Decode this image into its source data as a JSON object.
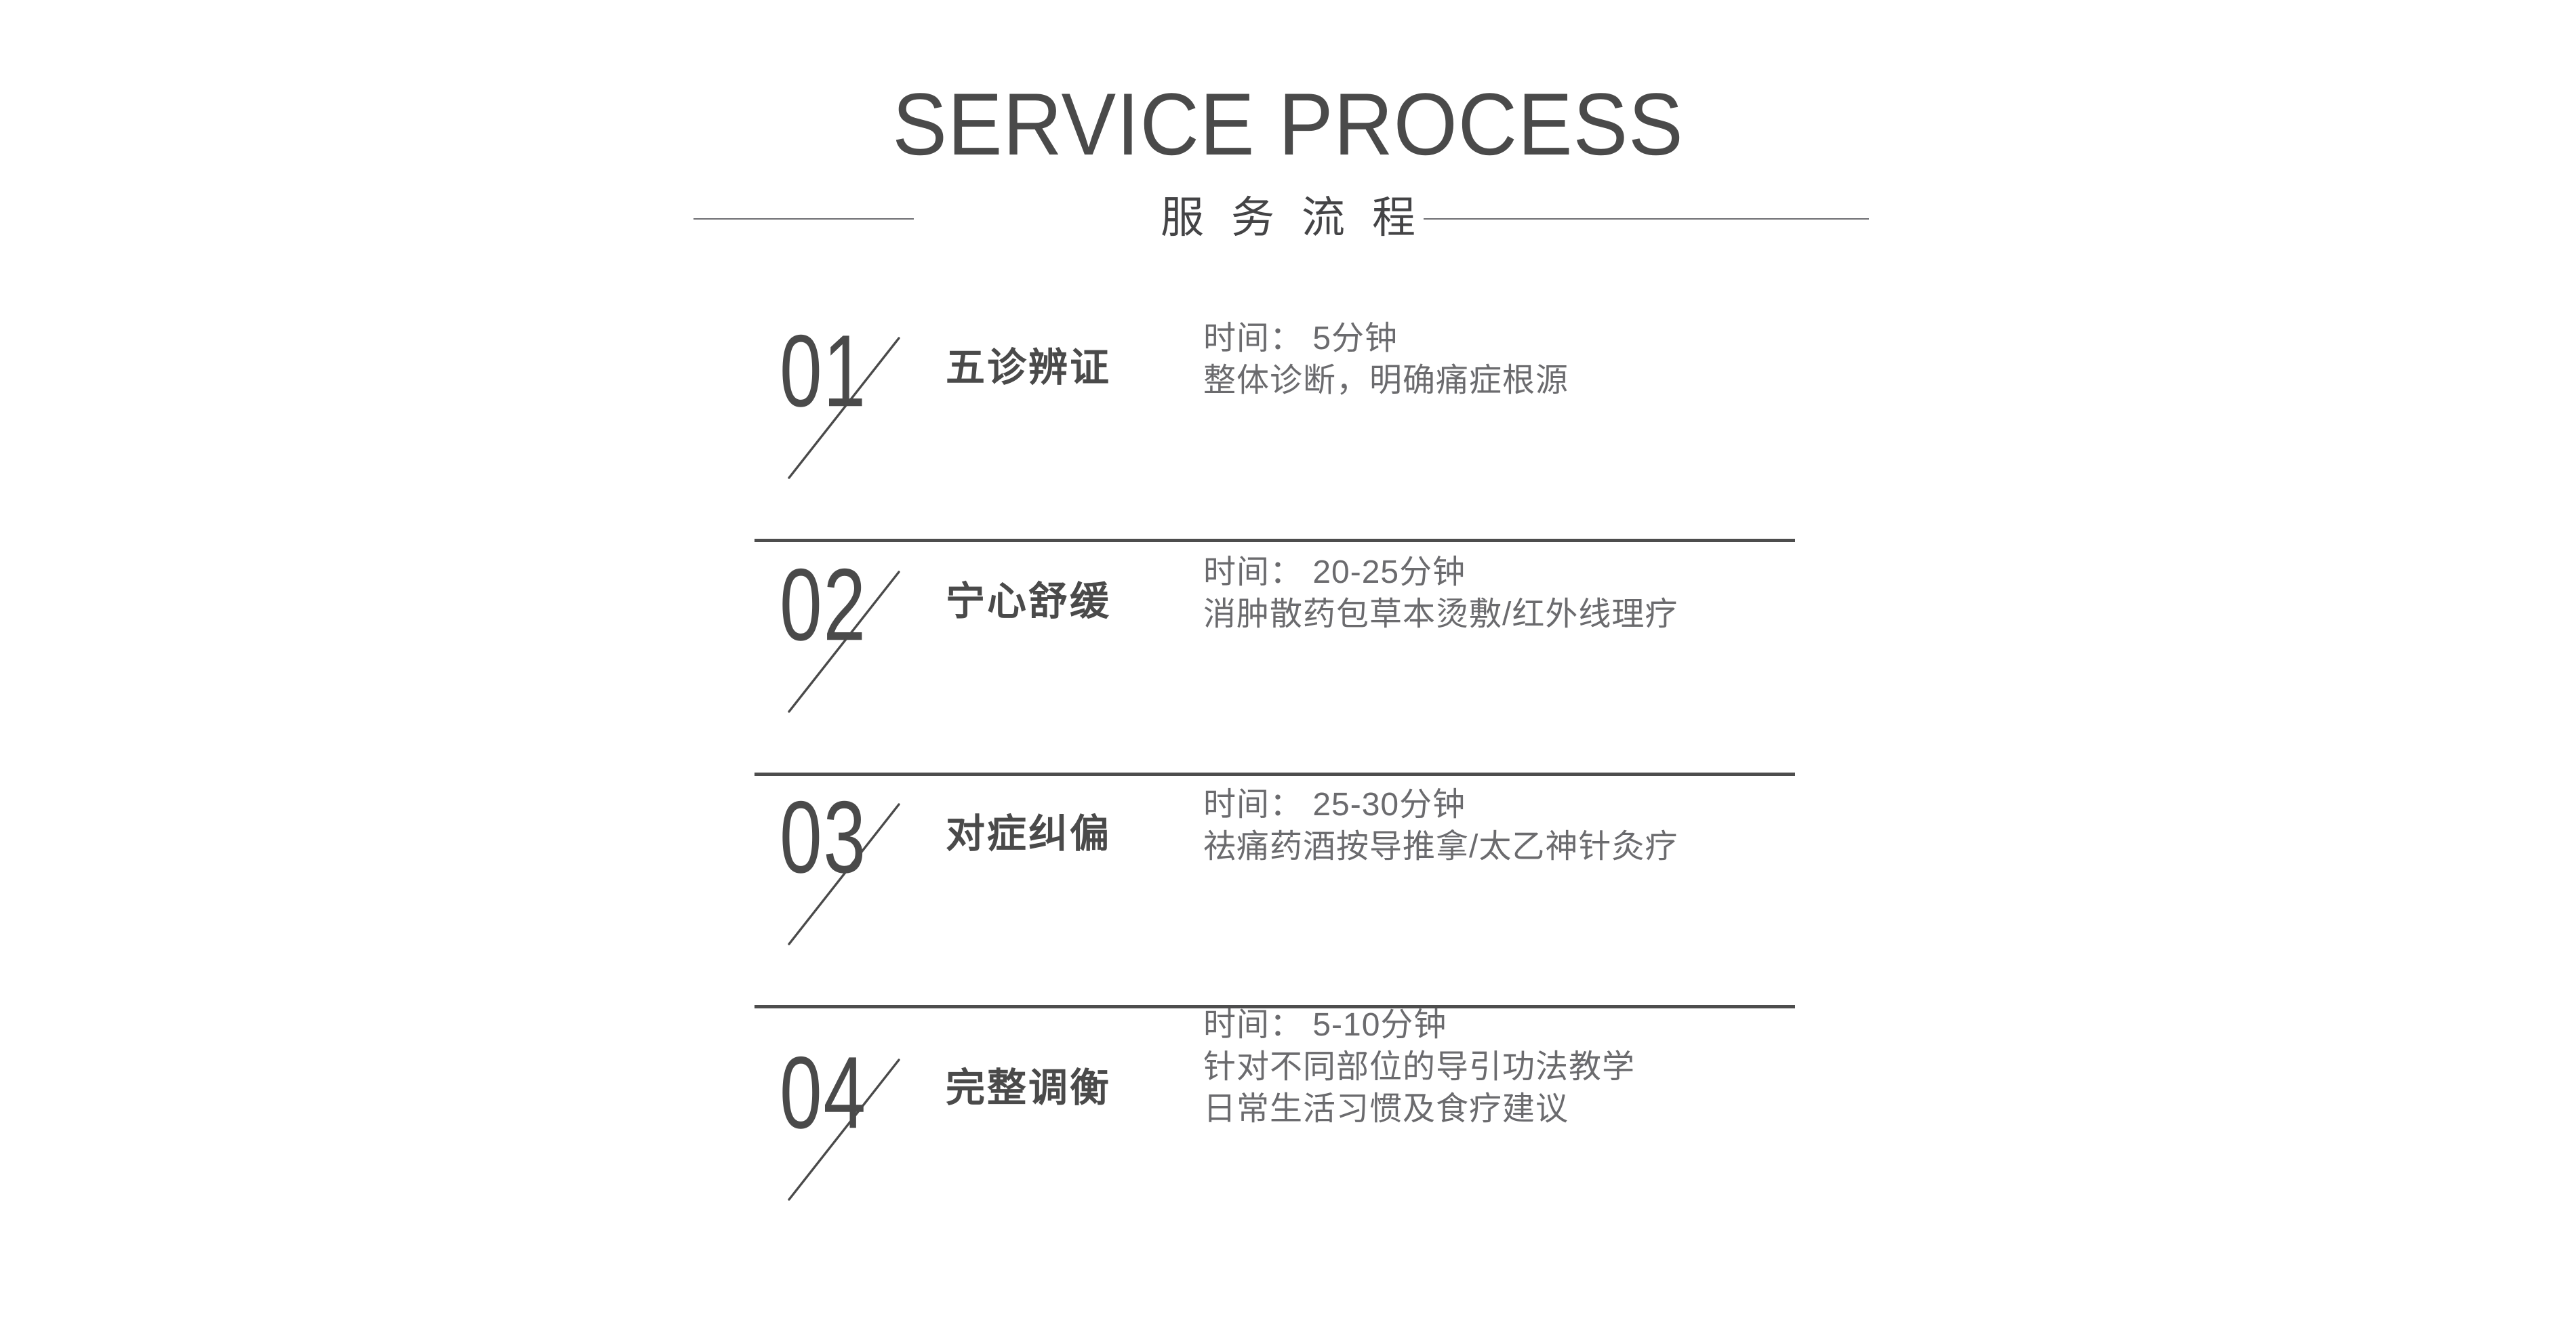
{
  "header": {
    "title_en": "SERVICE PROCESS",
    "title_cn": "服 务 流 程",
    "rule_color": "#6e6e72",
    "title_color": "#4a4a4a"
  },
  "colors": {
    "background": "#ffffff",
    "heading": "#4a4a4a",
    "body_text": "#6b6b6e",
    "divider": "#4d4d4d"
  },
  "process": {
    "steps": [
      {
        "number": "01",
        "title": "五诊辨证",
        "duration_label": "时间：",
        "duration": "5分钟",
        "duration_line": "时间： 5分钟",
        "detail_lines": [
          "整体诊断，明确痛症根源"
        ],
        "has_divider": true
      },
      {
        "number": "02",
        "title": "宁心舒缓",
        "duration_label": "时间：",
        "duration": "20-25分钟",
        "duration_line": "时间： 20-25分钟",
        "detail_lines": [
          "消肿散药包草本烫敷/红外线理疗"
        ],
        "has_divider": true
      },
      {
        "number": "03",
        "title": "对症纠偏",
        "duration_label": "时间：",
        "duration": "25-30分钟",
        "duration_line": "时间： 25-30分钟",
        "detail_lines": [
          "祛痛药酒按导推拿/太乙神针灸疗"
        ],
        "has_divider": true
      },
      {
        "number": "04",
        "title": "完整调衡",
        "duration_label": "时间：",
        "duration": "5-10分钟",
        "duration_line": "时间： 5-10分钟",
        "detail_lines": [
          "针对不同部位的导引功法教学",
          "日常生活习惯及食疗建议"
        ],
        "has_divider": false
      }
    ]
  }
}
